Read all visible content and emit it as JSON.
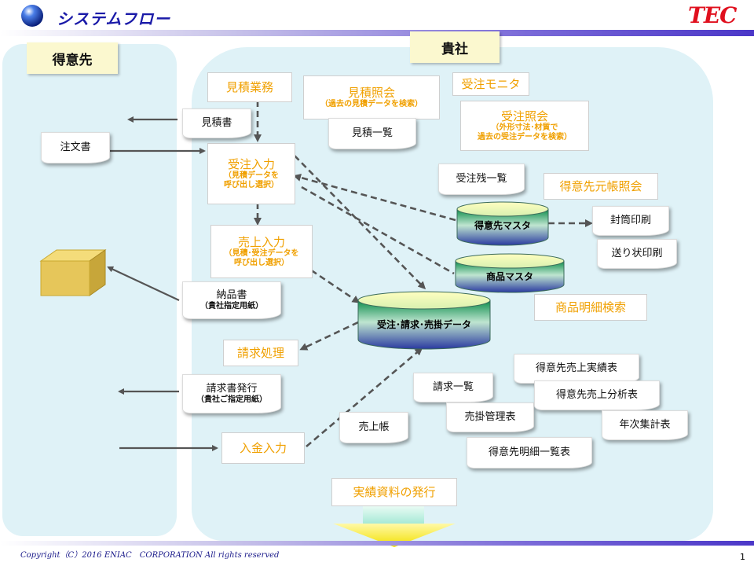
{
  "header": {
    "title": "システムフロー",
    "logo": "TEC"
  },
  "footer": {
    "copyright": "Copyright（C）2016 ENIAC　CORPORATION All rights reserved",
    "page_number": "1"
  },
  "panels": {
    "left_label": "得意先",
    "right_label": "貴社"
  },
  "functions": {
    "mitsumori_gyomu": "見積業務",
    "mitsumori_shokai": "見積照会",
    "mitsumori_shokai_sub": "（過去の見積データを検索）",
    "juchu_monitor": "受注モニタ",
    "juchu_shokai": "受注照会",
    "juchu_shokai_sub1": "（外形寸法･材質で",
    "juchu_shokai_sub2": "過去の受注データを検索）",
    "juchu_nyuryoku": "受注入力",
    "juchu_nyuryoku_sub1": "（見積データを",
    "juchu_nyuryoku_sub2": "呼び出し選択）",
    "uriage_nyuryoku": "売上入力",
    "uriage_nyuryoku_sub1": "（見積･受注データを",
    "uriage_nyuryoku_sub2": "呼び出し選択）",
    "tokuisaki_motocho": "得意先元帳照会",
    "shohin_meisai": "商品明細検索",
    "seikyu_shori": "請求処理",
    "nyukin_nyuryoku": "入金入力",
    "jisseki_hakko": "実績資料の発行"
  },
  "documents": {
    "chumonsho": "注文書",
    "mitsumorisho": "見積書",
    "mitsumori_ichiran": "見積一覧",
    "juchuzan_ichiran": "受注残一覧",
    "futo_insatsu": "封筒印刷",
    "okurijo_insatsu": "送り状印刷",
    "nohinsho": "納品書",
    "nohinsho_sub": "（貴社指定用紙）",
    "seikyusho_hakko": "請求書発行",
    "seikyusho_sub": "（貴社ご指定用紙）",
    "seikyu_ichiran": "請求一覧",
    "urikake_kanri": "売掛管理表",
    "uriagecho": "売上帳",
    "tokuisaki_uriage_jisseki": "得意先売上実績表",
    "tokuisaki_uriage_bunseki": "得意先売上分析表",
    "nenji_shukei": "年次集計表",
    "tokuisaki_meisai_ichiran": "得意先明細一覧表"
  },
  "databases": {
    "tokuisaki_master": "得意先マスタ",
    "shohin_master": "商品マスタ",
    "juchu_data": "受注･請求･売掛データ"
  },
  "colors": {
    "function_text": "#f0a000",
    "panel_bg": "#dff2f7",
    "category_bg": "#fbf8cf",
    "arrow": "#555555",
    "cylinder_top": "#0b8c4a",
    "cylinder_bottom": "#2a3aa0",
    "header_title": "#1a1aa8",
    "logo_red": "#e0101e"
  }
}
